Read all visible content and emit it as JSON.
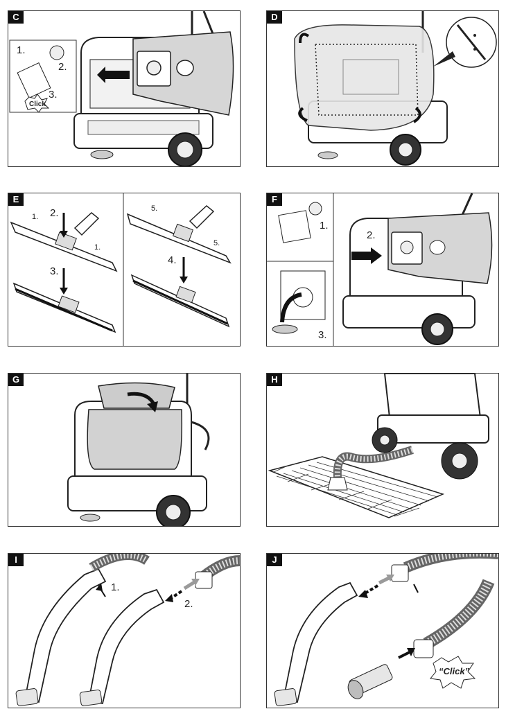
{
  "panels": {
    "c": {
      "tag": "C",
      "steps": [
        "1.",
        "2.",
        "3."
      ],
      "click": "Click"
    },
    "d": {
      "tag": "D"
    },
    "e": {
      "tag": "E",
      "steps": [
        "1.",
        "2.",
        "1.",
        "3.",
        "5.",
        "5.",
        "4."
      ]
    },
    "f": {
      "tag": "F",
      "steps": [
        "1.",
        "2.",
        "3."
      ]
    },
    "g": {
      "tag": "G"
    },
    "h": {
      "tag": "H"
    },
    "i": {
      "tag": "I",
      "steps": [
        "1.",
        "2."
      ]
    },
    "j": {
      "tag": "J",
      "click": "“Click”"
    }
  },
  "colors": {
    "outline": "#222222",
    "fill_light": "#e6e6e6",
    "fill_mid": "#bdbdbd",
    "arrow_gray": "#9a9a9a",
    "tag_bg": "#111111"
  }
}
